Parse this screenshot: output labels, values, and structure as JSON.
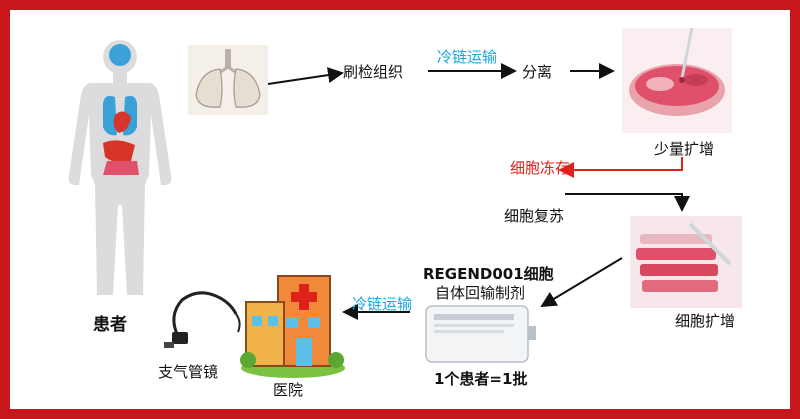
{
  "labels": {
    "patient": "患者",
    "brush_biopsy": "刷检组织",
    "cold_chain_top": "冷链运输",
    "separation": "分离",
    "small_expansion": "少量扩增",
    "cell_freezing": "细胞冻存",
    "cell_recovery": "细胞复苏",
    "cell_expansion": "细胞扩增",
    "product_line1": "REGEND001细胞",
    "product_line2": "自体回输制剂",
    "one_patient_one_batch": "1个患者=1批",
    "cold_chain_bottom": "冷链运输",
    "hospital": "医院",
    "bronchoscope": "支气管镜"
  },
  "colors": {
    "frame": "#c8161d",
    "cold_chain_text": "#1aa7e0",
    "freeze_text": "#e0201a",
    "freeze_arrow": "#e0201a",
    "body": "#dcdcdc",
    "organ_blue": "#3aa0d8",
    "organ_red": "#d8352a",
    "culture_red": "#e0506a"
  },
  "icons": {
    "human_body": "human-anatomy-icon",
    "lungs": "lungs-icon",
    "culture_dish": "culture-dish-icon",
    "culture_flasks": "culture-flasks-icon",
    "iv_bag": "infusion-bag-icon",
    "hospital": "hospital-building-icon",
    "bronchoscope": "bronchoscope-icon"
  }
}
